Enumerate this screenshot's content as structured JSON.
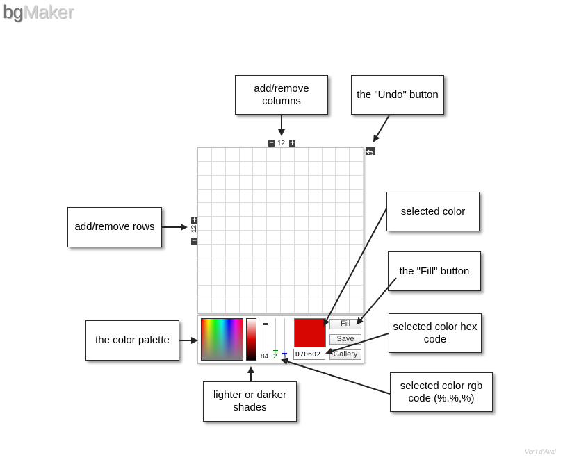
{
  "logo": {
    "part1": "bg",
    "part2": "Maker"
  },
  "callouts": {
    "columns": "add/remove columns",
    "undo": "the \"Undo\" button",
    "rows": "add/remove rows",
    "selected_color": "selected color",
    "fill": "the \"Fill\" button",
    "hex": "selected color hex code",
    "palette": "the color palette",
    "shades": "lighter or darker shades",
    "rgb": "selected color rgb code (%,%,%)"
  },
  "grid": {
    "columns": 12,
    "rows": 12,
    "columns_label": "12",
    "rows_label": "12",
    "minus_glyph": "−",
    "plus_glyph": "+"
  },
  "editor": {
    "selected_color": "#d70602",
    "hex_value": "D70602",
    "rgb": {
      "r": "84",
      "g": "2",
      "b": "1"
    },
    "fill_label": "Fill",
    "save_label": "Save",
    "gallery_label": "Gallery"
  },
  "watermark": "Vent d'Aval"
}
